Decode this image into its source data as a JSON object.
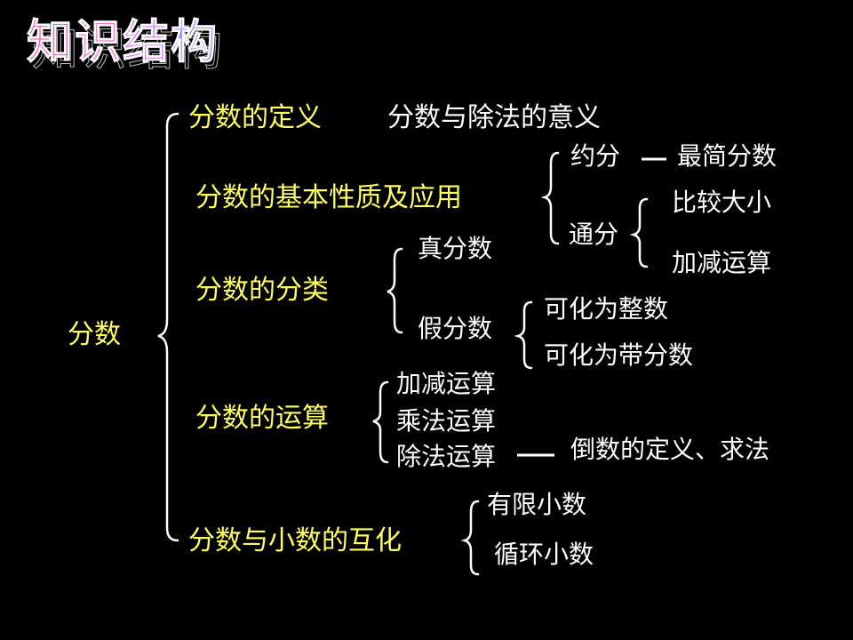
{
  "title": {
    "chars": [
      "知",
      "识",
      "结",
      "构"
    ]
  },
  "root": "分数",
  "branches": {
    "definition": {
      "label": "分数的定义",
      "detail": "分数与除法的意义"
    },
    "basic_property": {
      "label": "分数的基本性质及应用",
      "reduction": {
        "label": "约分",
        "result": "最简分数"
      },
      "common_denominator": {
        "label": "通分",
        "items": [
          "比较大小",
          "加减运算"
        ]
      }
    },
    "classification": {
      "label": "分数的分类",
      "proper": "真分数",
      "improper": {
        "label": "假分数",
        "items": [
          "可化为整数",
          "可化为带分数"
        ]
      }
    },
    "operations": {
      "label": "分数的运算",
      "items": [
        "加减运算",
        "乘法运算",
        "除法运算"
      ],
      "division_note": "倒数的定义、求法"
    },
    "conversion": {
      "label": "分数与小数的互化",
      "items": [
        "有限小数",
        "循环小数"
      ]
    }
  }
}
